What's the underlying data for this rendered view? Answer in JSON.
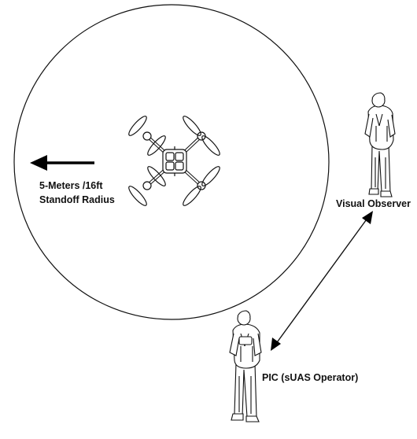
{
  "labels": {
    "radius_line1": "5-Meters /16ft",
    "radius_line2": "Standoff Radius",
    "visual_observer": "Visual Observer",
    "pic": "PIC (sUAS Operator)"
  },
  "colors": {
    "line": "#111111",
    "background": "#ffffff"
  }
}
